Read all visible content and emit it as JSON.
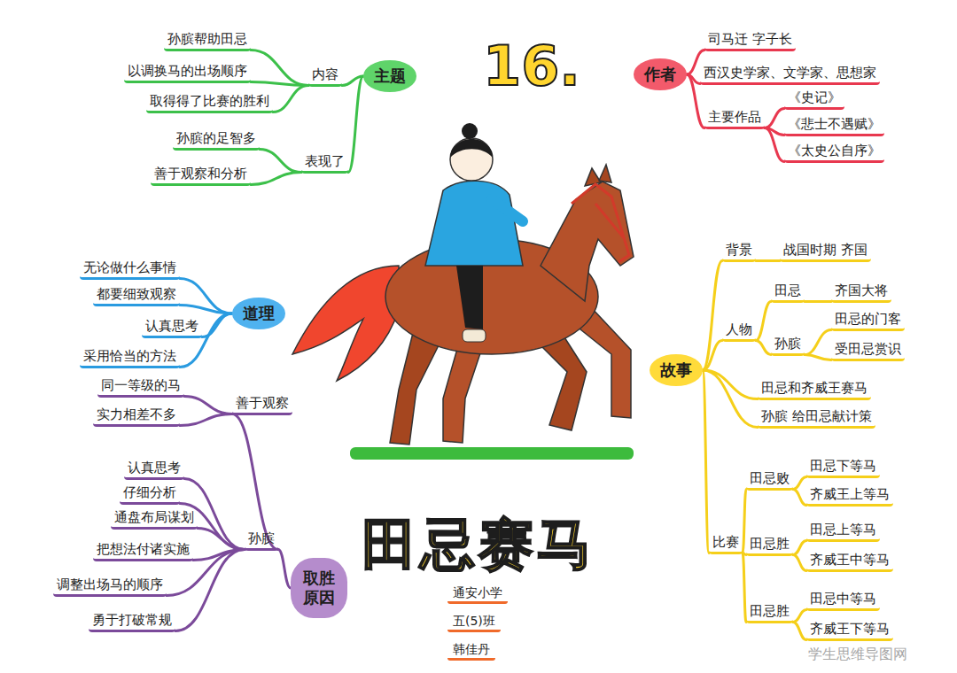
{
  "diagram": {
    "title": "田忌赛马",
    "nodes": [
      {
        "text": [
          "主题"
        ]
      },
      {
        "text": [
          "内容"
        ]
      },
      {
        "text": [
          "孙膑帮助田忌"
        ]
      },
      {
        "text": [
          "以调换马的出场顺序"
        ]
      },
      {
        "text": [
          "取得得了比赛的胜利"
        ]
      },
      {
        "text": [
          "表现了"
        ]
      },
      {
        "text": [
          "孙膑的足智多"
        ]
      },
      {
        "text": [
          "善于观察和分析"
        ]
      },
      {
        "text": [
          "作者"
        ]
      },
      {
        "text": [
          "司马迁 字子长"
        ]
      },
      {
        "text": [
          "西汉史学家、文学家、思想家"
        ]
      },
      {
        "text": [
          "主要作品"
        ]
      },
      {
        "text": [
          "《史记》"
        ]
      },
      {
        "text": [
          "《悲士不遇赋》"
        ]
      },
      {
        "text": [
          "《太史公自序》"
        ]
      },
      {
        "text": [
          "道理"
        ]
      },
      {
        "text": [
          "无论做什么事情"
        ]
      },
      {
        "text": [
          "都要细致观察"
        ]
      },
      {
        "text": [
          "认真思考"
        ]
      },
      {
        "text": [
          "采用恰当的方法"
        ]
      },
      {
        "text": [
          "取胜原因"
        ]
      },
      {
        "text": [
          "孙膑"
        ]
      },
      {
        "text": [
          "善于观察"
        ]
      },
      {
        "text": [
          "同一等级的马"
        ]
      },
      {
        "text": [
          "实力相差不多"
        ]
      },
      {
        "text": [
          "认真思考"
        ]
      },
      {
        "text": [
          "仔细分析"
        ]
      },
      {
        "text": [
          "通盘布局谋划"
        ]
      },
      {
        "text": [
          "把想法付诸实施"
        ]
      },
      {
        "text": [
          "调整出场马的顺序"
        ]
      },
      {
        "text": [
          "勇于打破常规"
        ]
      },
      {
        "text": [
          "故事"
        ]
      },
      {
        "text": [
          "背景"
        ]
      },
      {
        "text": [
          "战国时期 齐国"
        ]
      },
      {
        "text": [
          "人物"
        ]
      },
      {
        "text": [
          "田忌"
        ]
      },
      {
        "text": [
          "齐国大将"
        ]
      },
      {
        "text": [
          "孙膑"
        ]
      },
      {
        "text": [
          "田忌的门客"
        ]
      },
      {
        "text": [
          "受田忌赏识"
        ]
      },
      {
        "text": [
          "田忌和齐威王赛马"
        ]
      },
      {
        "text": [
          "孙膑 给田忌献计策"
        ]
      },
      {
        "text": [
          "比赛"
        ]
      },
      {
        "text": [
          "田忌败"
        ]
      },
      {
        "text": [
          "田忌下等马"
        ]
      },
      {
        "text": [
          "齐威王上等马"
        ]
      },
      {
        "text": [
          "田忌胜"
        ]
      },
      {
        "text": [
          "田忌上等马"
        ]
      },
      {
        "text": [
          "齐威王中等马"
        ]
      },
      {
        "text": [
          "田忌胜"
        ]
      },
      {
        "text": [
          "田忌中等马"
        ]
      },
      {
        "text": [
          "齐威王下等马"
        ]
      }
    ],
    "edges": [
      {
        "from": 0,
        "to": 1,
        "arrow": "none"
      },
      {
        "from": 1,
        "to": 2,
        "arrow": "none"
      },
      {
        "from": 1,
        "to": 3,
        "arrow": "none"
      },
      {
        "from": 1,
        "to": 4,
        "arrow": "none"
      },
      {
        "from": 0,
        "to": 5,
        "arrow": "none"
      },
      {
        "from": 5,
        "to": 6,
        "arrow": "none"
      },
      {
        "from": 5,
        "to": 7,
        "arrow": "none"
      },
      {
        "from": 8,
        "to": 9,
        "arrow": "none"
      },
      {
        "from": 8,
        "to": 10,
        "arrow": "none"
      },
      {
        "from": 8,
        "to": 11,
        "arrow": "none"
      },
      {
        "from": 11,
        "to": 12,
        "arrow": "none"
      },
      {
        "from": 11,
        "to": 13,
        "arrow": "none"
      },
      {
        "from": 11,
        "to": 14,
        "arrow": "none"
      },
      {
        "from": 15,
        "to": 16,
        "arrow": "none"
      },
      {
        "from": 15,
        "to": 17,
        "arrow": "none"
      },
      {
        "from": 15,
        "to": 18,
        "arrow": "none"
      },
      {
        "from": 15,
        "to": 19,
        "arrow": "none"
      },
      {
        "from": 20,
        "to": 21,
        "arrow": "none"
      },
      {
        "from": 21,
        "to": 22,
        "arrow": "none"
      },
      {
        "from": 22,
        "to": 23,
        "arrow": "none"
      },
      {
        "from": 22,
        "to": 24,
        "arrow": "none"
      },
      {
        "from": 21,
        "to": 25,
        "arrow": "none"
      },
      {
        "from": 21,
        "to": 26,
        "arrow": "none"
      },
      {
        "from": 21,
        "to": 27,
        "arrow": "none"
      },
      {
        "from": 21,
        "to": 28,
        "arrow": "none"
      },
      {
        "from": 21,
        "to": 29,
        "arrow": "none"
      },
      {
        "from": 21,
        "to": 30,
        "arrow": "none"
      },
      {
        "from": 31,
        "to": 32,
        "arrow": "none"
      },
      {
        "from": 32,
        "to": 33,
        "arrow": "none"
      },
      {
        "from": 31,
        "to": 34,
        "arrow": "none"
      },
      {
        "from": 34,
        "to": 35,
        "arrow": "none"
      },
      {
        "from": 35,
        "to": 36,
        "arrow": "none"
      },
      {
        "from": 34,
        "to": 37,
        "arrow": "none"
      },
      {
        "from": 37,
        "to": 38,
        "arrow": "none"
      },
      {
        "from": 37,
        "to": 39,
        "arrow": "none"
      },
      {
        "from": 31,
        "to": 40,
        "arrow": "none"
      },
      {
        "from": 31,
        "to": 41,
        "arrow": "none"
      },
      {
        "from": 31,
        "to": 42,
        "arrow": "none"
      },
      {
        "from": 42,
        "to": 43,
        "arrow": "none"
      },
      {
        "from": 43,
        "to": 44,
        "arrow": "none"
      },
      {
        "from": 43,
        "to": 45,
        "arrow": "none"
      },
      {
        "from": 42,
        "to": 46,
        "arrow": "none"
      },
      {
        "from": 46,
        "to": 47,
        "arrow": "none"
      },
      {
        "from": 46,
        "to": 48,
        "arrow": "none"
      },
      {
        "from": 42,
        "to": 49,
        "arrow": "none"
      },
      {
        "from": 49,
        "to": 50,
        "arrow": "none"
      },
      {
        "from": 49,
        "to": 51,
        "arrow": "none"
      }
    ],
    "labels": [
      "16.",
      "通安小学",
      "五(5)班",
      "韩佳丹",
      "学生思维导图网"
    ]
  }
}
